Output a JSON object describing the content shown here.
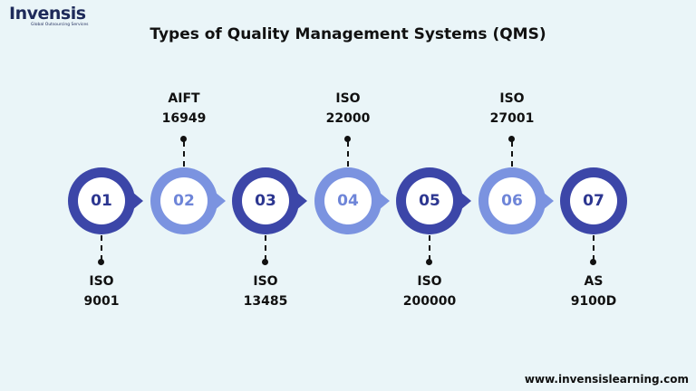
{
  "logo": {
    "word": "Invensis",
    "tagline": "Global Outsourcing Services"
  },
  "title": "Types of Quality Management Systems (QMS)",
  "footer": "www.invensislearning.com",
  "steps": [
    {
      "num": "01",
      "line1": "ISO",
      "line2": "9001"
    },
    {
      "num": "02",
      "line1": "AIFT",
      "line2": "16949"
    },
    {
      "num": "03",
      "line1": "ISO",
      "line2": "13485"
    },
    {
      "num": "04",
      "line1": "ISO",
      "line2": "22000"
    },
    {
      "num": "05",
      "line1": "ISO",
      "line2": "200000"
    },
    {
      "num": "06",
      "line1": "ISO",
      "line2": "27001"
    },
    {
      "num": "07",
      "line1": "AS",
      "line2": "9100D"
    }
  ],
  "colors": {
    "dark": "#3c46a8",
    "light": "#7b93e0",
    "background": "#eaf5f8"
  }
}
